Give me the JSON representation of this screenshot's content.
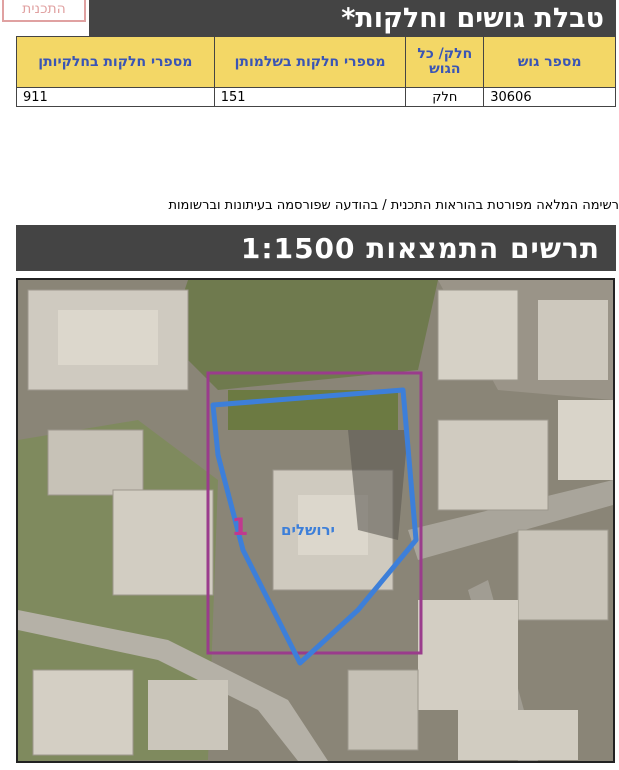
{
  "stamp": {
    "text": "התכנית"
  },
  "table": {
    "title": "טבלת גושים וחלקות*",
    "headers": [
      "מספר גוש",
      "חלק/ כל הגוש",
      "מספרי חלקות בשלמותן",
      "מספרי חלקות בחלקיותן"
    ],
    "rows": [
      [
        "30606",
        "חלק",
        "151",
        "911"
      ]
    ]
  },
  "note": "רשימה המלאה מפורטת בהוראות התכנית / בהודעה שפורסמה בעיתונות וברשומות",
  "plan": {
    "title": "תרשים התמצאות 1:1500",
    "map_label": "ירושלים",
    "map_number": "1"
  },
  "colors": {
    "header_bg": "#444444",
    "table_header_bg": "#f3d766",
    "table_header_text": "#3a55b5",
    "boundary_blue": "#3d7fd9",
    "frame_purple": "#9a3c8c"
  }
}
